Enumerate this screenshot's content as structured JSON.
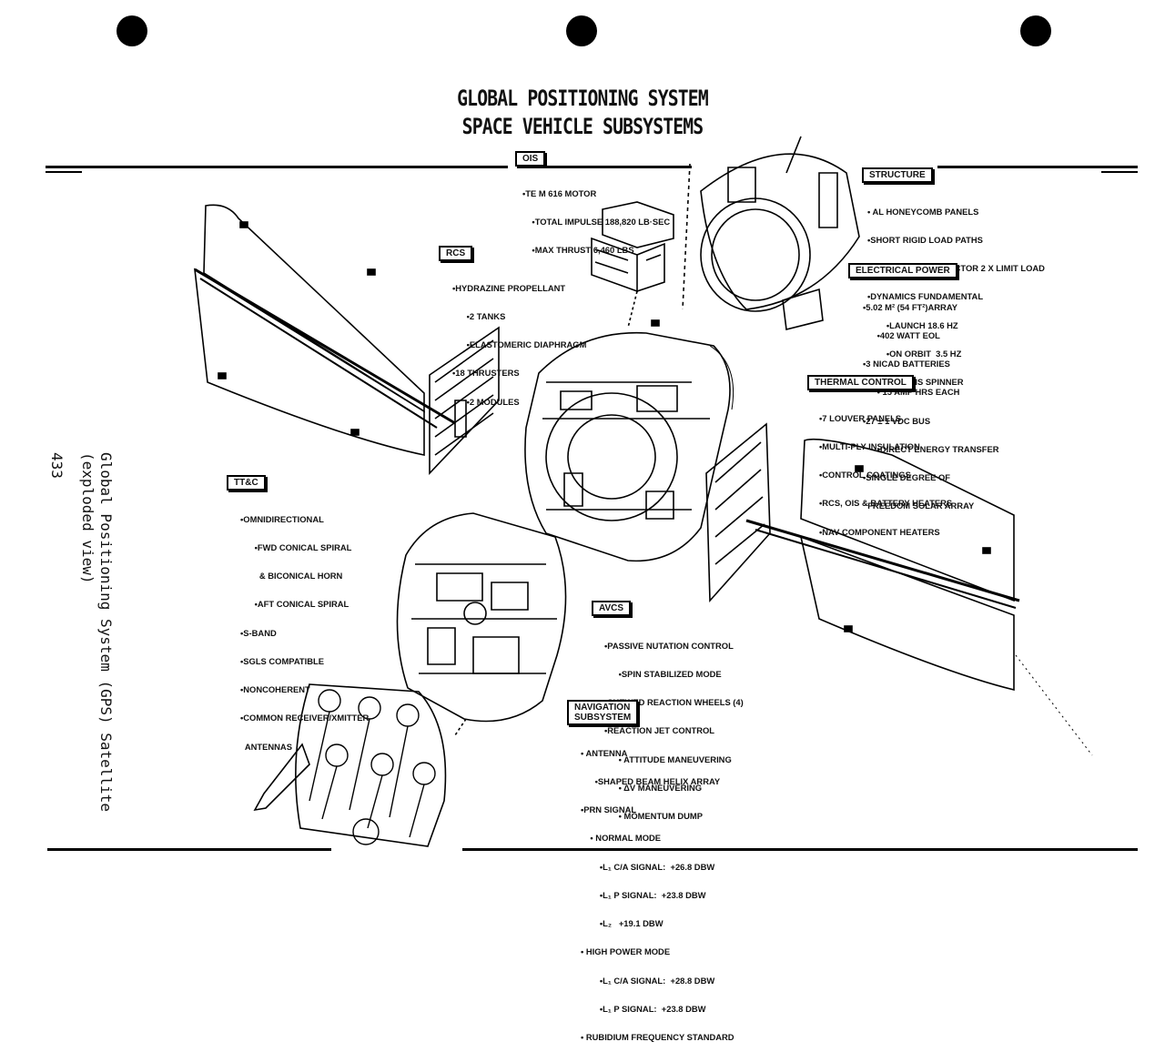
{
  "title": {
    "line1": "GLOBAL POSITIONING SYSTEM",
    "line2": "SPACE VEHICLE SUBSYSTEMS"
  },
  "sections": {
    "ois": {
      "label": "OIS",
      "lines": [
        "•TE M 616 MOTOR",
        "    •TOTAL IMPULSE 188,820 LB·SEC",
        "    •MAX THRUST 6,460 LBS"
      ]
    },
    "structure": {
      "label": "STRUCTURE",
      "lines": [
        "• AL HONEYCOMB PANELS",
        "•SHORT RIGID LOAD PATHS",
        "• ULTIMATE LOAD FACTOR 2 X LIMIT LOAD",
        "•DYNAMICS FUNDAMENTAL",
        "        •LAUNCH 18.6 HZ",
        "        •ON ORBIT  3.5 HZ",
        "•MAJOR AXIS SPINNER"
      ]
    },
    "rcs": {
      "label": "RCS",
      "lines": [
        "•HYDRAZINE PROPELLANT",
        "      •2 TANKS",
        "      •ELASTOMERIC DIAPHRAGM",
        "•18 THRUSTERS",
        "      •2 MODULES"
      ]
    },
    "electrical_power": {
      "label": "ELECTRICAL POWER",
      "lines": [
        "•5.02 M² (54 FT²)ARRAY",
        "      •402 WATT EOL",
        "•3 NICAD BATTERIES",
        "      • 15 AMP HRS EACH",
        "•27 ± 1 VDC BUS",
        "      •DIRECT ENERGY TRANSFER",
        "•SINGLE DEGREE OF",
        "  FREEDOM SOLAR ARRAY"
      ]
    },
    "thermal_control": {
      "label": "THERMAL CONTROL",
      "lines": [
        "•7 LOUVER PANELS",
        "•MULTI-PLY INSULATION",
        "•CONTROL COATINGS",
        "•RCS, OIS & BATTERY HEATERS",
        "•NAV COMPONENT HEATERS"
      ]
    },
    "ttc": {
      "label": "TT&C",
      "lines": [
        "•OMNIDIRECTIONAL",
        "      •FWD CONICAL SPIRAL",
        "        & BICONICAL HORN",
        "      •AFT CONICAL SPIRAL",
        "•S-BAND",
        "•SGLS COMPATIBLE",
        "•NONCOHERENT",
        "•COMMON RECEIVER/XMITTER",
        "  ANTENNAS"
      ]
    },
    "avcs": {
      "label": "AVCS",
      "lines": [
        "•PASSIVE NUTATION CONTROL",
        "      •SPIN STABILIZED MODE",
        "•SKEWED REACTION WHEELS (4)",
        "•REACTION JET CONTROL",
        "      • ATTITUDE MANEUVERING",
        "      • ΔV MANEUVERING",
        "      • MOMENTUM DUMP"
      ]
    },
    "navigation": {
      "label_line1": "NAVIGATION",
      "label_line2": "SUBSYSTEM",
      "lines": [
        "• ANTENNA",
        "      •SHAPED BEAM HELIX ARRAY",
        "•PRN SIGNAL",
        "    • NORMAL MODE",
        "        •L₁ C/A SIGNAL:  +26.8 DBW",
        "        •L₁ P SIGNAL:  +23.8 DBW",
        "        •L₂   +19.1 DBW",
        "• HIGH POWER MODE",
        "        •L₁ C/A SIGNAL:  +28.8 DBW",
        "        •L₁ P SIGNAL:  +23.8 DBW",
        "• RUBIDIUM FREQUENCY STANDARD"
      ]
    }
  },
  "side_caption": {
    "line1": "Global Positioning System (GPS) Satellite",
    "line2": "(exploded view)",
    "page_number": "433"
  }
}
